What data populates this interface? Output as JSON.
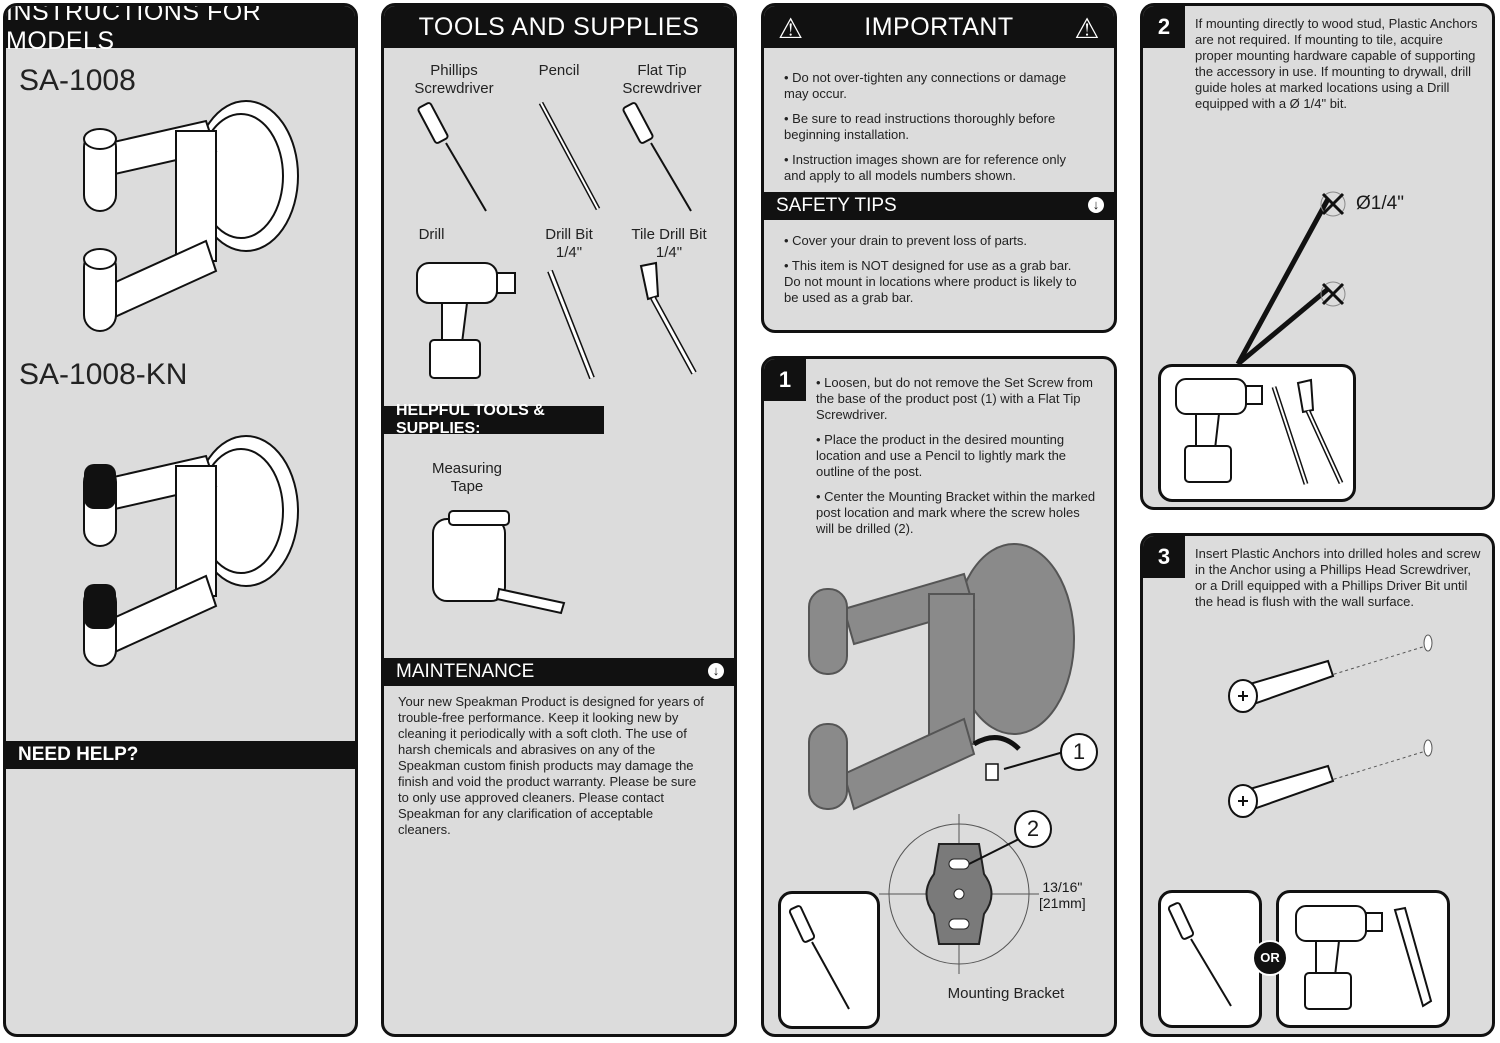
{
  "models_panel": {
    "header": "INSTRUCTIONS FOR MODELS",
    "model_1": "SA-1008",
    "model_2": "SA-1008-KN",
    "need_help": "NEED HELP?"
  },
  "tools_panel": {
    "header": "TOOLS AND SUPPLIES",
    "tools": {
      "phillips": [
        "Phillips",
        "Screwdriver"
      ],
      "pencil": "Pencil",
      "flat_tip": [
        "Flat Tip",
        "Screwdriver"
      ],
      "drill": "Drill",
      "drill_bit": [
        "Drill Bit",
        "1/4\""
      ],
      "tile_drill_bit": [
        "Tile Drill Bit",
        "1/4\""
      ]
    },
    "helpful_header": "HELPFUL TOOLS & SUPPLIES:",
    "measuring_tape": [
      "Measuring",
      "Tape"
    ],
    "maintenance_header": "MAINTENANCE",
    "maintenance_text": "Your new Speakman Product is designed for years of trouble-free performance. Keep it looking new by cleaning it periodically with a soft cloth. The use of harsh chemicals and abrasives on any of the Speakman custom finish products may damage the finish and void the product warranty. Please be sure to only use approved cleaners. Please contact Speakman for any clarification of acceptable cleaners."
  },
  "important_panel": {
    "header": "IMPORTANT",
    "bullets": [
      "• Do not over-tighten any connections or damage may occur.",
      "• Be sure to read instructions thoroughly before beginning installation.",
      "• Instruction images shown are for reference only and apply to all models numbers shown."
    ],
    "safety_header": "SAFETY TIPS",
    "safety_bullets": [
      "• Cover your drain to prevent loss of parts.",
      "• This item is NOT designed for use as a grab bar. Do not mount in locations where product is likely to be used as a grab bar."
    ]
  },
  "step1": {
    "number": "1",
    "bullets": [
      "• Loosen, but do not remove the Set Screw from the base of the product post (1) with a Flat Tip Screwdriver.",
      "• Place the product in the desired mounting location and use a Pencil to lightly mark the outline of the post.",
      "• Center the Mounting Bracket within the marked post location and mark where the screw holes will be drilled (2)."
    ],
    "callout_1": "1",
    "callout_2": "2",
    "dimension_1": "13/16\"",
    "dimension_2": "[21mm]",
    "bracket_label": "Mounting Bracket"
  },
  "step2": {
    "number": "2",
    "text": "If mounting directly to wood stud, Plastic Anchors are not required. If mounting to tile, acquire proper mounting hardware capable of supporting the accessory in use. If mounting to drywall, drill guide holes at marked locations using a Drill equipped with a Ø 1/4\" bit.",
    "hole_label": "Ø1/4\""
  },
  "step3": {
    "number": "3",
    "text": "Insert Plastic Anchors into drilled holes and screw in the Anchor using a Phillips Head Screwdriver, or a Drill equipped with a Phillips Driver Bit until the head is flush with the wall surface.",
    "or_label": "OR"
  }
}
